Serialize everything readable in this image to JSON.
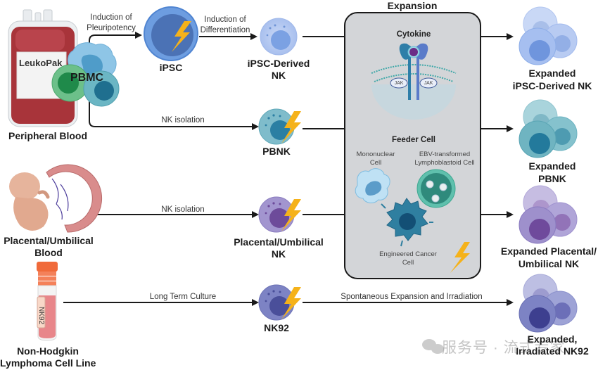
{
  "sources": {
    "peripheral_blood": {
      "bag_label": "LeukoPak",
      "cells_label": "PBMC",
      "label": "Peripheral Blood"
    },
    "placental_blood": {
      "label_line1": "Placental/Umbilical",
      "label_line2": "Blood"
    },
    "cell_line": {
      "tube_label": "NK92",
      "label_line1": "Non-Hodgkin",
      "label_line2": "Lymphoma Cell Line"
    }
  },
  "arrows": {
    "pleuripotency_line1": "Induction of",
    "pleuripotency_line2": "Pleuripotency",
    "differentiation_line1": "Induction of",
    "differentiation_line2": "Differentiation",
    "nk_isolation_pb": "NK isolation",
    "nk_isolation_placental": "NK isolation",
    "long_term_culture": "Long Term Culture",
    "spontaneous": "Spontaneous Expansion and Irradiation"
  },
  "intermediate_cells": {
    "ipsc": "iPSC",
    "ipsc_nk_line1": "iPSC-Derived",
    "ipsc_nk_line2": "NK",
    "pbnk": "PBNK",
    "placental_nk_line1": "Placental/Umbilical",
    "placental_nk_line2": "NK",
    "nk92": "NK92"
  },
  "expansion": {
    "title": "Expansion",
    "cytokine_title": "Cytokine",
    "jak_left": "JAK",
    "jak_right": "JAK",
    "feeder_title": "Feeder Cell",
    "mononuclear_line1": "Mononuclear",
    "mononuclear_line2": "Cell",
    "ebv_line1": "EBV-transformed",
    "ebv_line2": "Lymphoblastoid Cell",
    "cancer_line1": "Engineered Cancer",
    "cancer_line2": "Cell"
  },
  "outputs": {
    "ipsc_line1": "Expanded",
    "ipsc_line2": "iPSC-Derived NK",
    "pbnk_line1": "Expanded",
    "pbnk_line2": "PBNK",
    "placental_line1": "Expanded Placental/",
    "placental_line2": "Umbilical NK",
    "nk92_line1": "Expanded,",
    "nk92_line2": "Irradiated NK92"
  },
  "watermark": "服务号 · 流式专家",
  "colors": {
    "ipsc_blue": "#6d9de0",
    "ipsc_nk_blue": "#b5c9f0",
    "pbnk_teal": "#5fa8b8",
    "placental_purple": "#9a8cc8",
    "nk92_indigo": "#6f74b8",
    "lightning": "#f5b21a",
    "box_bg": "#d3d5d8"
  }
}
